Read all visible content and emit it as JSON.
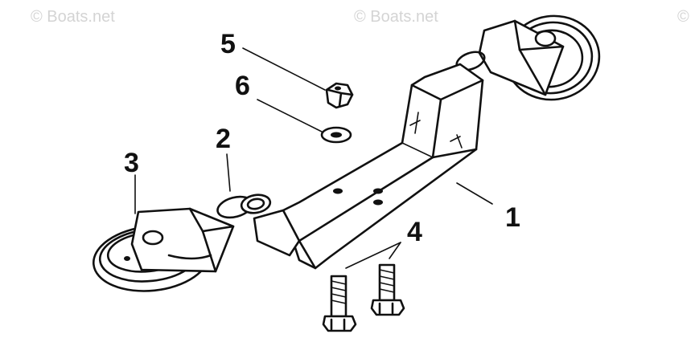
{
  "watermarks": {
    "left": "© Boats.net",
    "center": "© Boats.net",
    "right": "©"
  },
  "callouts": {
    "bracket": "1",
    "chain_link": "2",
    "pulley": "3",
    "bolts": "4",
    "nut": "5",
    "washer": "6"
  }
}
